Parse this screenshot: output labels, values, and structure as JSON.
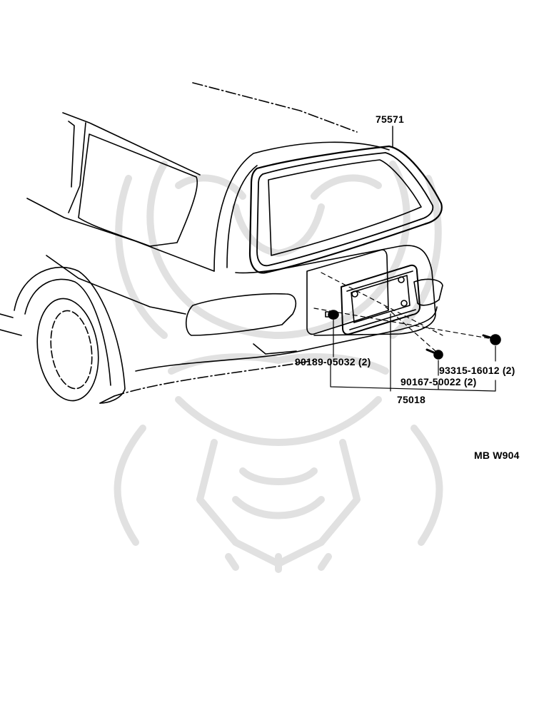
{
  "figure_code": "MB W904",
  "parts": [
    {
      "id": "part-75571",
      "number": "75571"
    },
    {
      "id": "part-90189",
      "number": "90189-05032 (2)"
    },
    {
      "id": "part-93315",
      "number": "93315-16012 (2)"
    },
    {
      "id": "part-90167",
      "number": "90167-50022 (2)"
    },
    {
      "id": "part-75018",
      "number": "75018"
    }
  ],
  "colors": {
    "line": "#000000",
    "watermark": "#d9d9d9",
    "background": "#ffffff"
  }
}
